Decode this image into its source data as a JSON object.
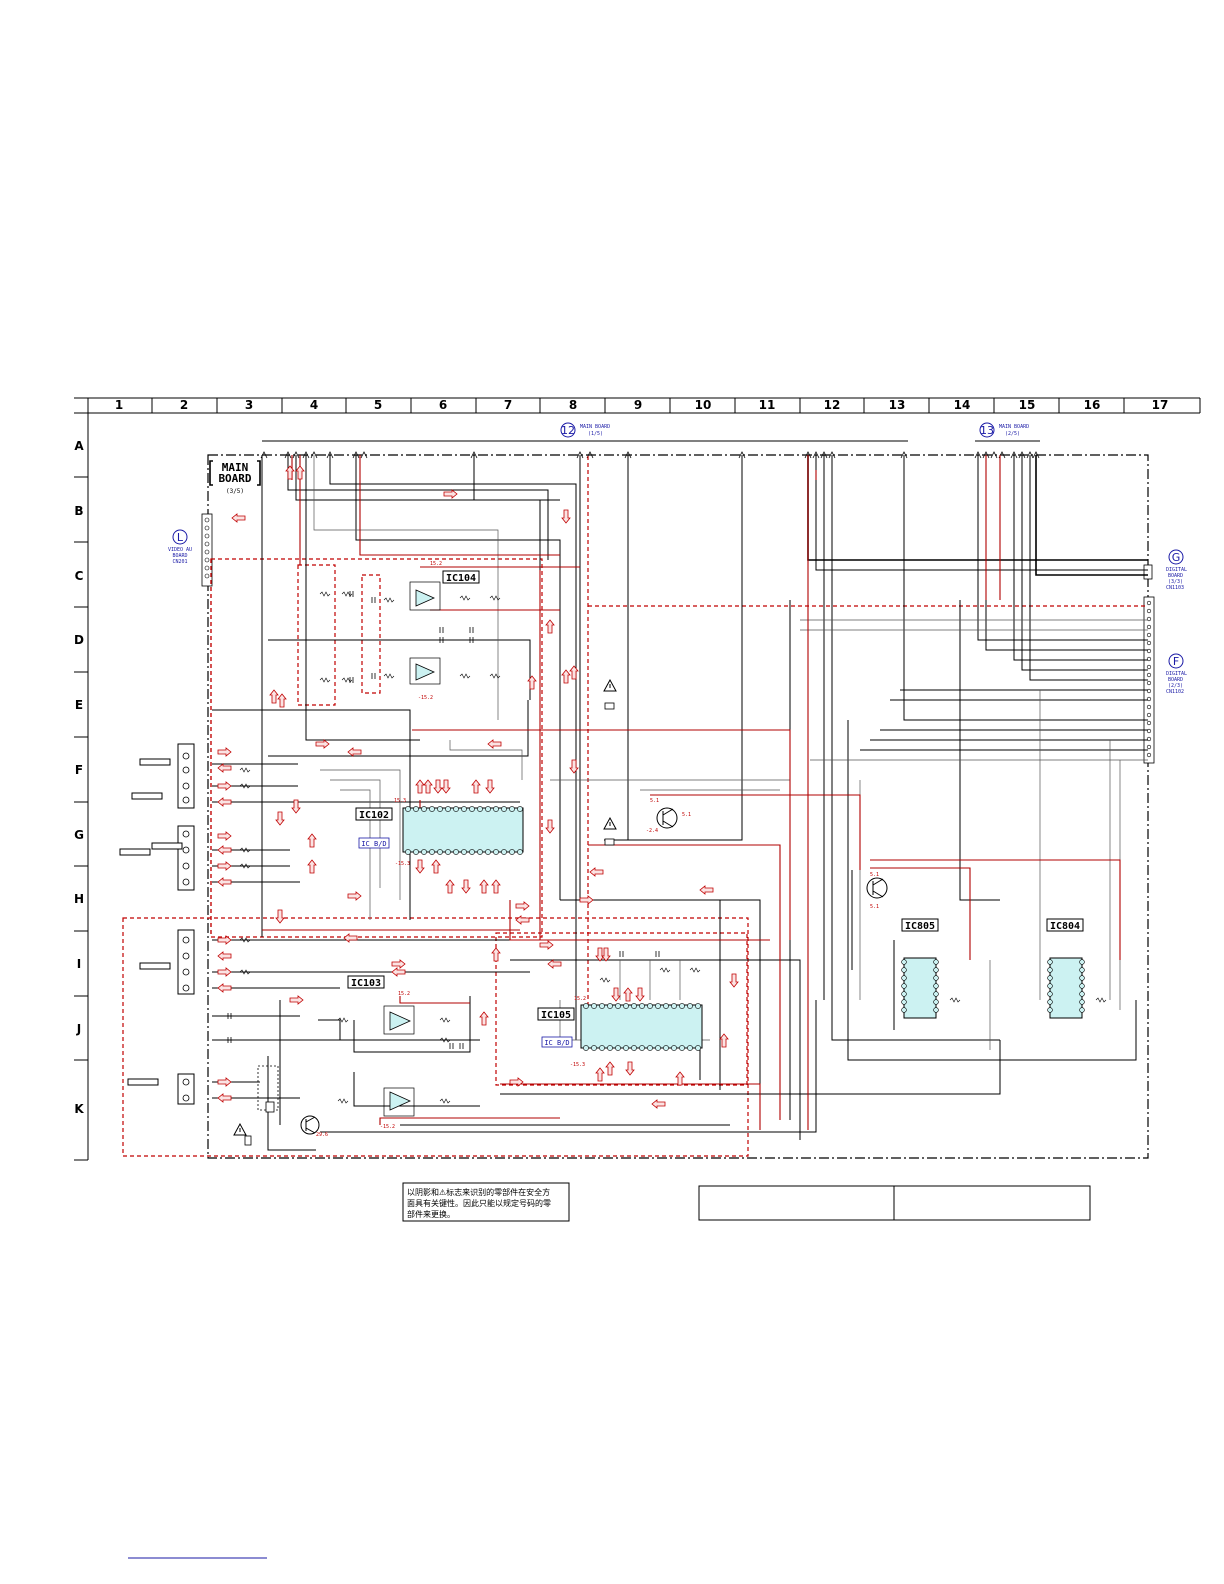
{
  "grid": {
    "columns": [
      "1",
      "2",
      "3",
      "4",
      "5",
      "6",
      "7",
      "8",
      "9",
      "10",
      "11",
      "12",
      "13",
      "14",
      "15",
      "16",
      "17"
    ],
    "rows": [
      "A",
      "B",
      "C",
      "D",
      "E",
      "F",
      "G",
      "H",
      "I",
      "J",
      "K"
    ]
  },
  "board": {
    "title_line1": "MAIN",
    "title_line2": "BOARD",
    "sheet": "(3/5)"
  },
  "connectors": {
    "l": {
      "letter": "L",
      "line1": "VIDEO AU",
      "line2": "BOARD",
      "line3": "CN201"
    },
    "g": {
      "letter": "G",
      "line1": "DIGITAL",
      "line2": "BOARD",
      "line3": "(3/3)",
      "line4": "CN1103"
    },
    "f": {
      "letter": "F",
      "line1": "DIGITAL",
      "line2": "BOARD",
      "line3": "(2/3)",
      "line4": "CN1102"
    }
  },
  "bus12": {
    "num": "12",
    "line1": "MAIN BOARD",
    "line2": "(1/5)"
  },
  "bus13": {
    "num": "13",
    "line1": "MAIN BOARD",
    "line2": "(2/5)"
  },
  "ics": {
    "ic104": "IC104",
    "ic102": "IC102",
    "ic102_sub": "IC B/D",
    "ic103": "IC103",
    "ic105": "IC105",
    "ic105_sub": "IC B/D",
    "ic805": "IC805",
    "ic804": "IC804"
  },
  "voltages": {
    "ic104_top": "15.2",
    "ic104_bot": "-15.2",
    "ic103_top": "15.2",
    "ic103_bot": "-15.2",
    "q_g9_top": "5.1",
    "q_g9_bot": "-2.4",
    "q_g9_right": "5.1",
    "q_h13_top": "5.1",
    "q_h13_bot": "5.1",
    "q_k4": "29.6",
    "ic102_left": "15.3",
    "ic102_botleft": "-15.3",
    "ic105_left": "15.2",
    "ic105_botleft": "-15.3"
  },
  "notes": {
    "line1": "以阴影和⚠标志来识别的零部件在安全方",
    "line2": "面具有关键性。因此只能以规定号码的零",
    "line3": "部件来更换。"
  }
}
